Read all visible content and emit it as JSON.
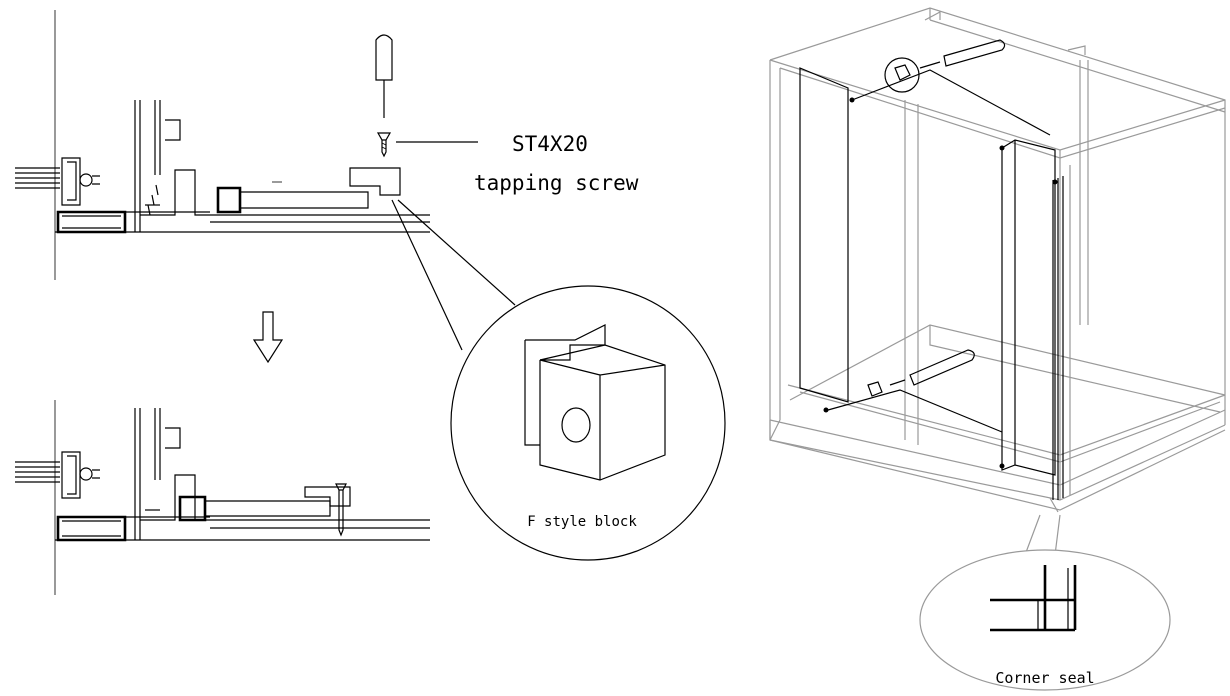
{
  "labels": {
    "screw_code": "ST4X20",
    "screw_desc": "tapping screw",
    "block_label": "F style block",
    "seal_label": "Corner seal"
  }
}
